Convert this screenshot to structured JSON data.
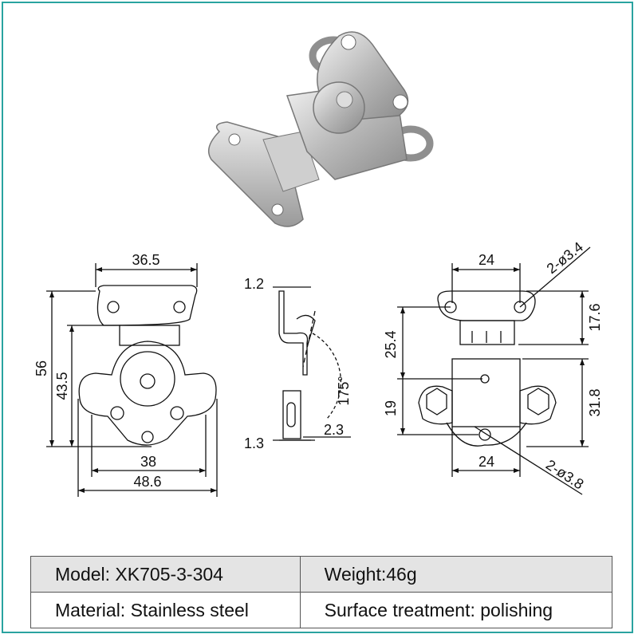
{
  "specs": {
    "model": "Model: XK705-3-304",
    "weight": "Weight:46g",
    "material": "Material: Stainless steel",
    "surface": "Surface treatment: polishing"
  },
  "front_view": {
    "width_top": "36.5",
    "height_total": "56",
    "height_inner": "43.5",
    "width_mid": "38",
    "width_total": "48.6"
  },
  "side_view": {
    "thickness_top": "1.2",
    "thickness_bottom": "1.3",
    "offset": "2.3",
    "angle": "175°"
  },
  "back_view": {
    "width_top": "24",
    "hole_top": "2-ø3.4",
    "height_a": "17.6",
    "height_b": "25.4",
    "height_c": "19",
    "height_d": "31.8",
    "width_bottom": "24",
    "hole_bottom": "2-ø3.8"
  },
  "colors": {
    "border": "#2aa3a0",
    "table_shade": "#e4e4e4",
    "steel": "#c9c9c9"
  }
}
